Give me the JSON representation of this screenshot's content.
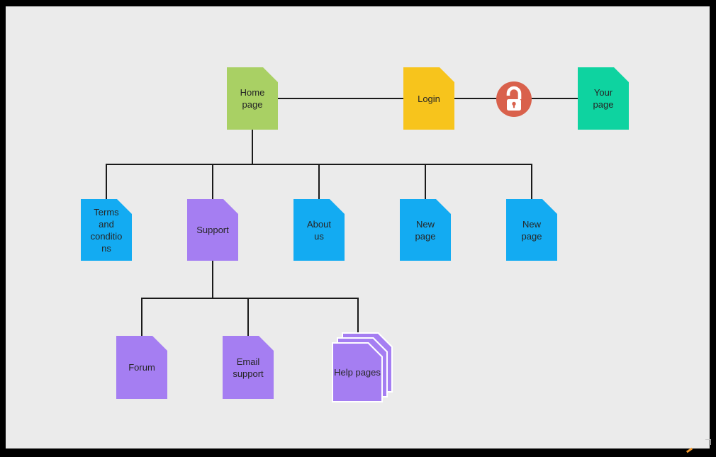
{
  "diagram": {
    "type": "sitemap-flowchart",
    "background_color": "#ebebeb",
    "frame_color": "#000000",
    "line_color": "#1a1a1a",
    "text_color": "#262626",
    "watermark_color": "#f2992e",
    "nodes": [
      {
        "label": "Home page",
        "shape": "page",
        "color": "#a9d064"
      },
      {
        "label": "Login",
        "shape": "page",
        "color": "#f7c41c"
      },
      {
        "label": "Your page",
        "shape": "page",
        "color": "#0ed3a0"
      },
      {
        "label": "Terms and conditions",
        "shape": "page",
        "color": "#13abf2"
      },
      {
        "label": "Support",
        "shape": "page",
        "color": "#a57ef2"
      },
      {
        "label": "About us",
        "shape": "page",
        "color": "#13abf2"
      },
      {
        "label": "New page",
        "shape": "page",
        "color": "#13abf2"
      },
      {
        "label": "New page",
        "shape": "page",
        "color": "#13abf2"
      },
      {
        "label": "Forum",
        "shape": "page",
        "color": "#a57ef2"
      },
      {
        "label": "Email support",
        "shape": "page",
        "color": "#a57ef2"
      },
      {
        "label": "Help pages",
        "shape": "page-stack",
        "color": "#a57ef2"
      }
    ],
    "unlock_badge": {
      "icon": "unlock-icon",
      "color": "#d9614c",
      "glyph_color": "#ffffff"
    },
    "edges": [
      {
        "from": "Home page",
        "to": "Login"
      },
      {
        "from": "Login",
        "to": "Your page",
        "via": "unlock-badge"
      },
      {
        "from": "Home page",
        "to": "Terms and conditions"
      },
      {
        "from": "Home page",
        "to": "Support"
      },
      {
        "from": "Home page",
        "to": "About us"
      },
      {
        "from": "Home page",
        "to": "New page"
      },
      {
        "from": "Home page",
        "to": "New page"
      },
      {
        "from": "Support",
        "to": "Forum"
      },
      {
        "from": "Support",
        "to": "Email support"
      },
      {
        "from": "Support",
        "to": "Help pages"
      }
    ]
  }
}
